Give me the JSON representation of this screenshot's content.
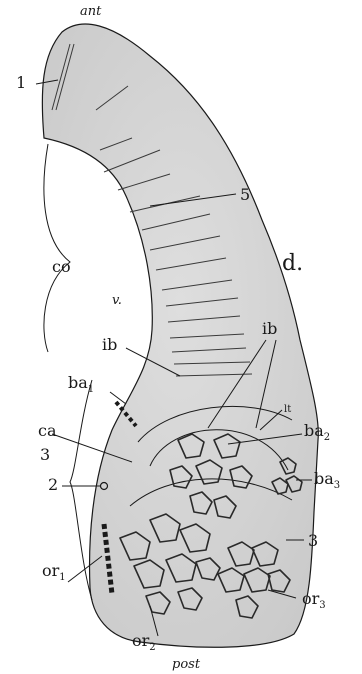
{
  "labels": {
    "ant": "ant",
    "post": "post",
    "one": "1",
    "five": "5",
    "two": "2",
    "three_left": "3",
    "three_right": "3",
    "co": "co",
    "v": "v.",
    "d": "d.",
    "ib_top": "ib",
    "ib_left": "ib",
    "lt": "lt",
    "ba1": {
      "main": "ba",
      "sub": "1"
    },
    "ba2": {
      "main": "ba",
      "sub": "2"
    },
    "ba3": {
      "main": "ba",
      "sub": "3"
    },
    "ca": "ca",
    "or1": {
      "main": "or",
      "sub": "1"
    },
    "or2": {
      "main": "or",
      "sub": "2"
    },
    "or3": {
      "main": "or",
      "sub": "3"
    }
  },
  "colors": {
    "body_fill": "#d6d6d6",
    "outline": "#1a1a1a",
    "background": "#ffffff"
  }
}
